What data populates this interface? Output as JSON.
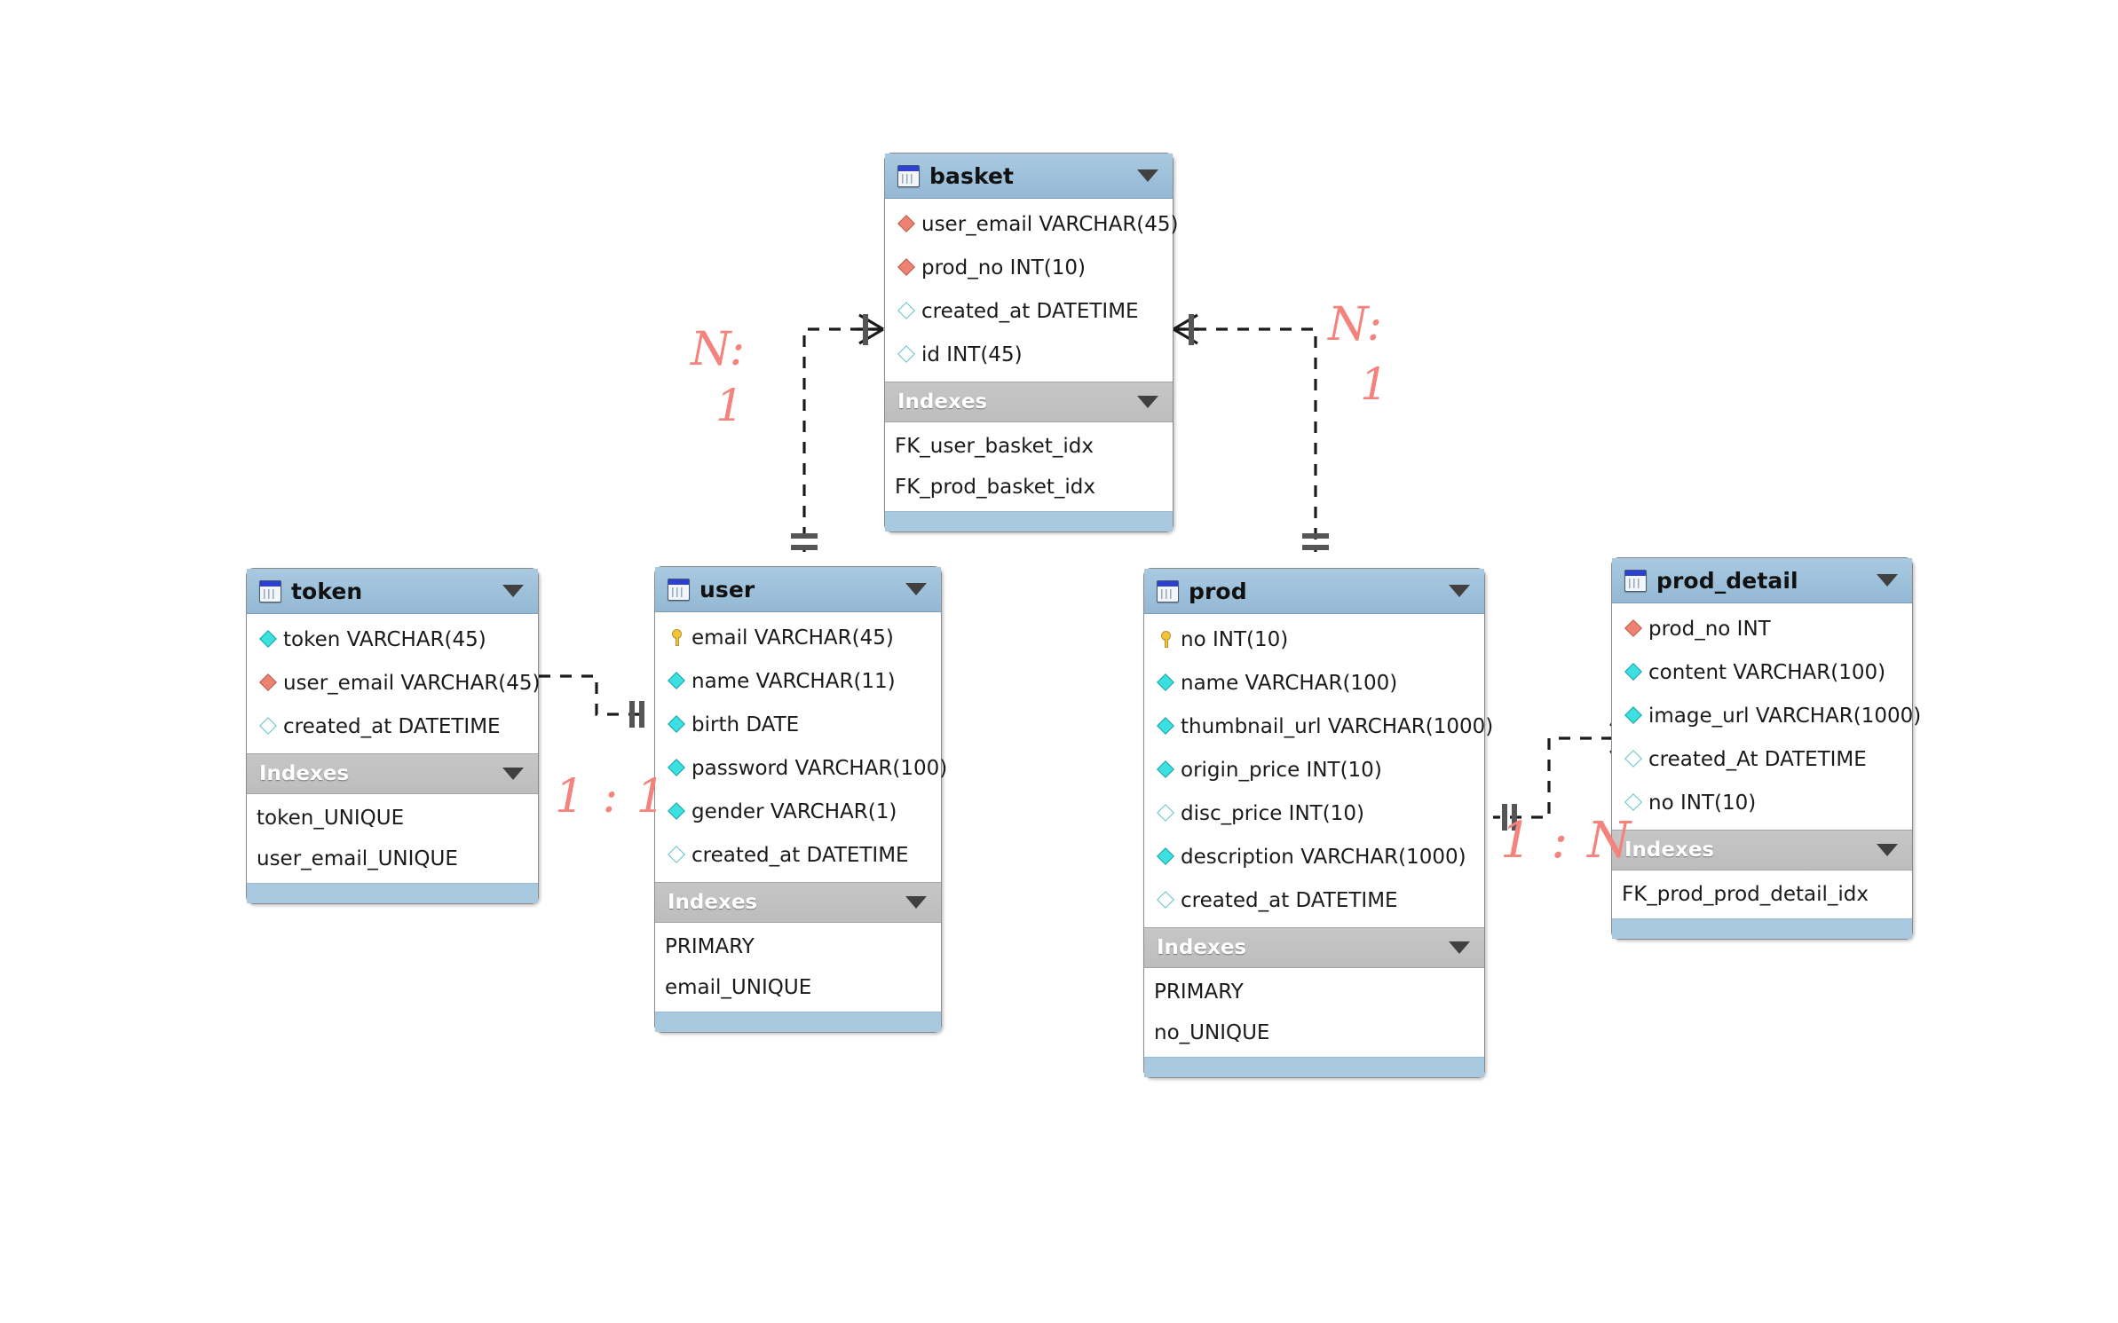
{
  "diagram": {
    "kind": "eer-diagram",
    "background": "#ffffff",
    "accent_header": "#a9c9e0",
    "index_bar": "#c2c2c2",
    "annotation_color": "#f4827d"
  },
  "tables": [
    {
      "id": "basket",
      "name": "basket",
      "icon": "table-icon",
      "caret": "collapse-caret-icon",
      "columns": [
        {
          "label": "user_email VARCHAR(45)",
          "glyph": "fk-notnull-diamond-icon"
        },
        {
          "label": "prod_no INT(10)",
          "glyph": "fk-notnull-diamond-icon"
        },
        {
          "label": "created_at DATETIME",
          "glyph": "nullable-diamond-icon"
        },
        {
          "label": "id INT(45)",
          "glyph": "nullable-diamond-icon"
        }
      ],
      "indexes_label": "Indexes",
      "indexes": [
        "FK_user_basket_idx",
        "FK_prod_basket_idx"
      ]
    },
    {
      "id": "token",
      "name": "token",
      "icon": "table-icon",
      "caret": "collapse-caret-icon",
      "columns": [
        {
          "label": "token VARCHAR(45)",
          "glyph": "notnull-diamond-icon"
        },
        {
          "label": "user_email VARCHAR(45)",
          "glyph": "fk-notnull-diamond-icon"
        },
        {
          "label": "created_at DATETIME",
          "glyph": "nullable-diamond-icon"
        }
      ],
      "indexes_label": "Indexes",
      "indexes": [
        "token_UNIQUE",
        "user_email_UNIQUE"
      ]
    },
    {
      "id": "user",
      "name": "user",
      "icon": "table-icon",
      "caret": "collapse-caret-icon",
      "columns": [
        {
          "label": "email VARCHAR(45)",
          "glyph": "primary-key-icon"
        },
        {
          "label": "name VARCHAR(11)",
          "glyph": "notnull-diamond-icon"
        },
        {
          "label": "birth DATE",
          "glyph": "notnull-diamond-icon"
        },
        {
          "label": "password VARCHAR(100)",
          "glyph": "notnull-diamond-icon"
        },
        {
          "label": "gender VARCHAR(1)",
          "glyph": "notnull-diamond-icon"
        },
        {
          "label": "created_at DATETIME",
          "glyph": "nullable-diamond-icon"
        }
      ],
      "indexes_label": "Indexes",
      "indexes": [
        "PRIMARY",
        "email_UNIQUE"
      ]
    },
    {
      "id": "prod",
      "name": "prod",
      "icon": "table-icon",
      "caret": "collapse-caret-icon",
      "columns": [
        {
          "label": "no INT(10)",
          "glyph": "primary-key-icon"
        },
        {
          "label": "name VARCHAR(100)",
          "glyph": "notnull-diamond-icon"
        },
        {
          "label": "thumbnail_url VARCHAR(1000)",
          "glyph": "notnull-diamond-icon"
        },
        {
          "label": "origin_price INT(10)",
          "glyph": "notnull-diamond-icon"
        },
        {
          "label": "disc_price INT(10)",
          "glyph": "nullable-diamond-icon"
        },
        {
          "label": "description VARCHAR(1000)",
          "glyph": "notnull-diamond-icon"
        },
        {
          "label": "created_at DATETIME",
          "glyph": "nullable-diamond-icon"
        }
      ],
      "indexes_label": "Indexes",
      "indexes": [
        "PRIMARY",
        "no_UNIQUE"
      ]
    },
    {
      "id": "prod_detail",
      "name": "prod_detail",
      "icon": "table-icon",
      "caret": "collapse-caret-icon",
      "columns": [
        {
          "label": "prod_no INT",
          "glyph": "fk-notnull-diamond-icon"
        },
        {
          "label": "content VARCHAR(100)",
          "glyph": "notnull-diamond-icon"
        },
        {
          "label": "image_url VARCHAR(1000)",
          "glyph": "notnull-diamond-icon"
        },
        {
          "label": "created_At DATETIME",
          "glyph": "nullable-diamond-icon"
        },
        {
          "label": "no INT(10)",
          "glyph": "nullable-diamond-icon"
        }
      ],
      "indexes_label": "Indexes",
      "indexes": [
        "FK_prod_prod_detail_idx"
      ]
    }
  ],
  "relationships": [
    {
      "id": "user-basket",
      "from": "user",
      "to": "basket",
      "annotation_lines": [
        "N:",
        "1"
      ]
    },
    {
      "id": "prod-basket",
      "from": "prod",
      "to": "basket",
      "annotation_lines": [
        "N:",
        "1"
      ]
    },
    {
      "id": "user-token",
      "from": "user",
      "to": "token",
      "annotation_lines": [
        "1 : 1"
      ]
    },
    {
      "id": "prod-prod_detail",
      "from": "prod",
      "to": "prod_detail",
      "annotation_lines": [
        "1 : N"
      ]
    }
  ],
  "annotations": [
    {
      "id": "n-one-left-top",
      "text": "N:"
    },
    {
      "id": "n-one-left-bottom",
      "text": "1"
    },
    {
      "id": "n-one-right-top",
      "text": "N:"
    },
    {
      "id": "n-one-right-bottom",
      "text": "1"
    },
    {
      "id": "one-one-token-user",
      "text": "1 : 1"
    },
    {
      "id": "one-n-prod-detail",
      "text": "1 : N"
    }
  ]
}
